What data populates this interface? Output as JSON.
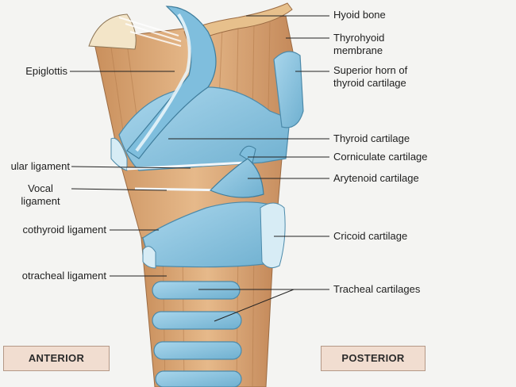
{
  "labels": {
    "hyoid_bone": "Hyoid bone",
    "thyrohyoid_membrane": "Thyrohyoid membrane",
    "superior_horn": "Superior horn of thyroid cartilage",
    "epiglottis": "Epiglottis",
    "thyroid_cartilage": "Thyroid cartilage",
    "corniculate_cartilage": "Corniculate cartilage",
    "vestibular_ligament": "ular ligament",
    "arytenoid_cartilage": "Arytenoid cartilage",
    "vocal_ligament": "Vocal ligament",
    "cricothyroid_ligament": "cothyroid ligament",
    "cricoid_cartilage": "Cricoid cartilage",
    "cricotracheal_ligament": "otracheal ligament",
    "tracheal_cartilages": "Tracheal cartilages"
  },
  "view_tags": {
    "anterior": "ANTERIOR",
    "posterior": "POSTERIOR"
  },
  "colors": {
    "cartilage": "#8cc4df",
    "ligament": "#d9a775",
    "label_text": "#1e1e1e",
    "leader_line": "#222222",
    "tag_fill": "#f1ddd0"
  }
}
